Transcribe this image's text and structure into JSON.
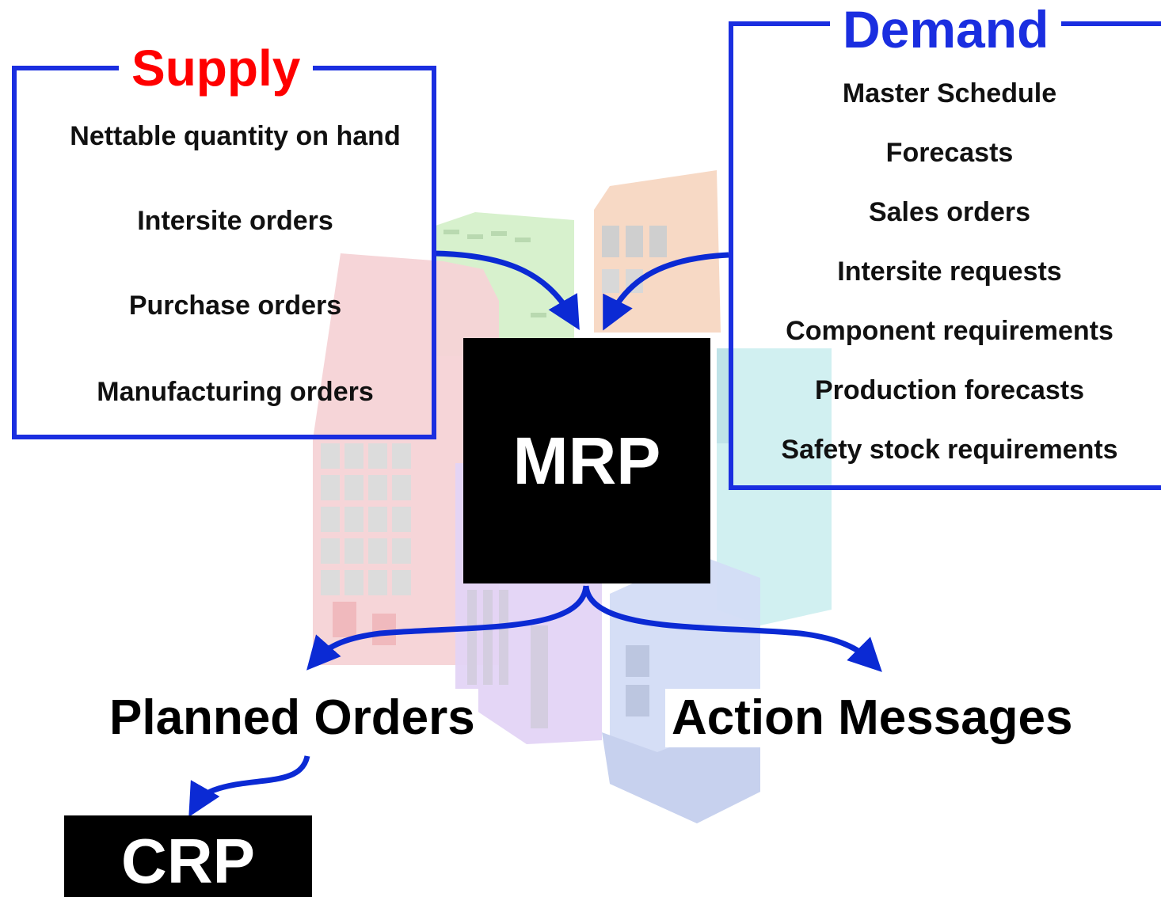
{
  "supply": {
    "title": "Supply",
    "items": [
      "Nettable quantity on hand",
      "Intersite orders",
      "Purchase orders",
      "Manufacturing orders"
    ]
  },
  "demand": {
    "title": "Demand",
    "items": [
      "Master Schedule",
      "Forecasts",
      "Sales orders",
      "Intersite requests",
      "Component requirements",
      "Production forecasts",
      "Safety stock requirements"
    ]
  },
  "center": {
    "label": "MRP"
  },
  "outputs": {
    "planned_orders": "Planned Orders",
    "action_messages": "Action Messages"
  },
  "downstream": {
    "label": "CRP"
  },
  "colors": {
    "box_border": "#1a2ee0",
    "arrow": "#0b2ad4",
    "supply_title": "#ff0000",
    "demand_title": "#1a2ee0",
    "block": "#000000"
  }
}
